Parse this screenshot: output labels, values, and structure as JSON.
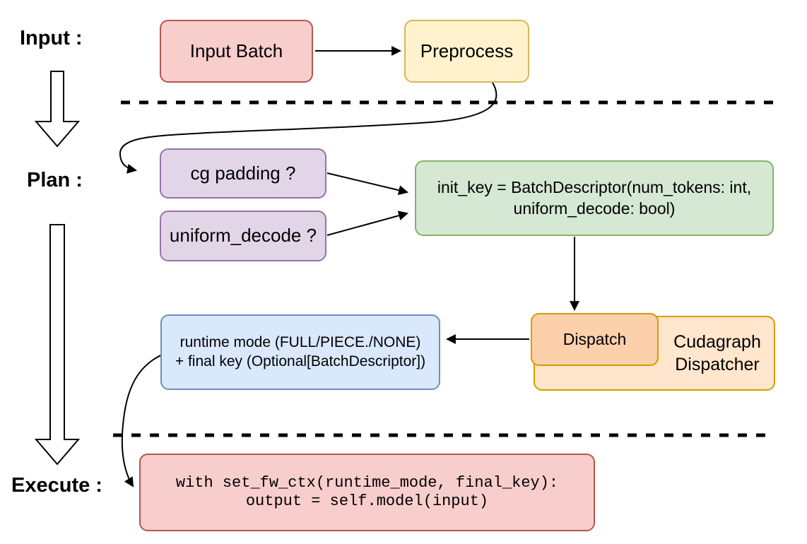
{
  "diagram": {
    "stage_labels": {
      "input": "Input :",
      "plan": "Plan :",
      "execute": "Execute :"
    },
    "nodes": {
      "input_batch": {
        "label": "Input Batch",
        "fill": "#f8cecc",
        "border": "#b85450"
      },
      "preprocess": {
        "label": "Preprocess",
        "fill": "#fff2cc",
        "border": "#d6b656"
      },
      "cg_padding": {
        "label": "cg padding ?",
        "fill": "#e1d5e7",
        "border": "#9673a6"
      },
      "uniform_decode": {
        "label": "uniform_decode ?",
        "fill": "#e1d5e7",
        "border": "#9673a6"
      },
      "init_key": {
        "label": "init_key = BatchDescriptor(num_tokens: int,\nuniform_decode: bool)",
        "fill": "#d5e8d4",
        "border": "#82b366"
      },
      "dispatch": {
        "label": "Dispatch",
        "fill": "#fbd0ab",
        "border": "#d79b00"
      },
      "cudagraph_dispatcher": {
        "label": "Cudagraph\nDispatcher",
        "fill": "#ffe6cc",
        "border": "#d79b00"
      },
      "runtime_mode": {
        "label": "runtime mode (FULL/PIECE./NONE)\n+ final key (Optional[BatchDescriptor])",
        "fill": "#dae8fc",
        "border": "#6c8ebf"
      },
      "execute_code": {
        "label": "with set_fw_ctx(runtime_mode, final_key):\noutput = self.model(input)",
        "fill": "#f8cecc",
        "border": "#b85450"
      }
    },
    "edges": [
      {
        "from": "input_batch",
        "to": "preprocess"
      },
      {
        "from": "preprocess",
        "to": "cg_padding"
      },
      {
        "from": "cg_padding",
        "to": "init_key"
      },
      {
        "from": "uniform_decode",
        "to": "init_key"
      },
      {
        "from": "init_key",
        "to": "dispatch"
      },
      {
        "from": "dispatch",
        "to": "runtime_mode"
      },
      {
        "from": "runtime_mode",
        "to": "execute_code"
      }
    ],
    "divider_color": "#000000",
    "edge_color": "#000000"
  }
}
